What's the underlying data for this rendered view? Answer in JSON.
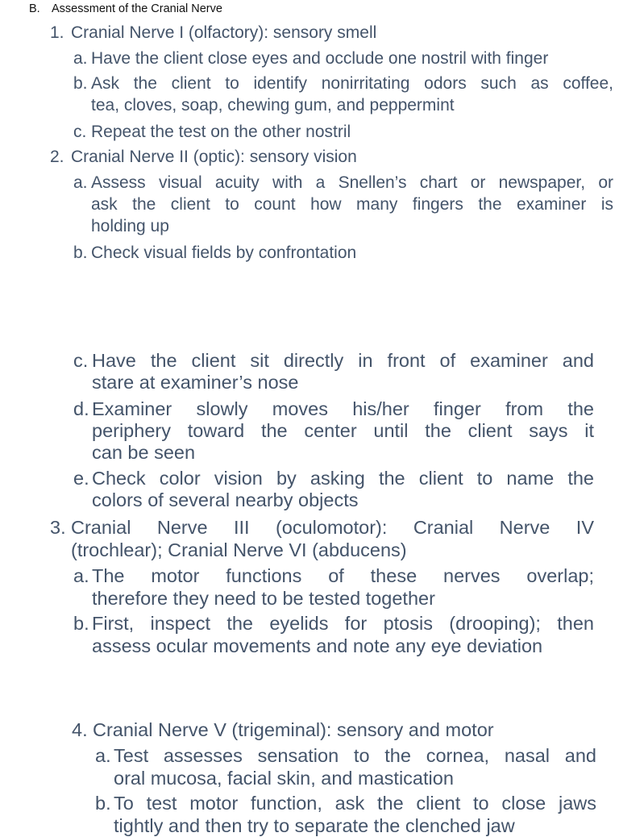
{
  "document": {
    "section_marker": "B.",
    "section_title": "Assessment of the Cranial Nerve",
    "text_color": "#44546a",
    "heading_color": "#111111",
    "items": [
      {
        "marker": "1.",
        "title": "Cranial Nerve I (olfactory): sensory smell",
        "subitems": [
          {
            "marker": "a.",
            "lines": [
              "Have the client close eyes and occlude one nostril with finger"
            ]
          },
          {
            "marker": "b.",
            "lines": [
              "Ask the client to identify nonirritating odors such as coffee,",
              "tea, cloves, soap, chewing gum, and peppermint"
            ]
          },
          {
            "marker": "c.",
            "lines": [
              "Repeat the test on the other nostril"
            ]
          }
        ]
      },
      {
        "marker": "2.",
        "title": "Cranial Nerve II (optic): sensory vision",
        "subitems": [
          {
            "marker": "a.",
            "lines": [
              "Assess visual acuity with a Snellen’s chart or newspaper, or",
              "ask the client to count how many fingers the examiner is",
              "holding up"
            ]
          },
          {
            "marker": "b.",
            "lines": [
              "Check visual fields by confrontation"
            ]
          },
          {
            "marker": "c.",
            "lines": [
              "Have the client sit directly in front of examiner and",
              "stare at examiner’s nose"
            ]
          },
          {
            "marker": "d.",
            "lines": [
              "Examiner slowly moves his/her finger from the",
              "periphery toward the center until the client says it",
              "can be seen"
            ]
          },
          {
            "marker": "e.",
            "lines": [
              "Check color vision by asking the client to name the",
              "colors of several nearby objects"
            ]
          }
        ]
      },
      {
        "marker": "3.",
        "title_lines": [
          "Cranial Nerve III (oculomotor): Cranial Nerve IV",
          "(trochlear); Cranial Nerve VI (abducens)"
        ],
        "subitems": [
          {
            "marker": "a.",
            "lines": [
              "The motor functions of these nerves overlap;",
              "therefore they need to be tested together"
            ]
          },
          {
            "marker": "b.",
            "lines": [
              "First, inspect the eyelids for ptosis (drooping); then",
              "assess ocular movements and note any eye deviation"
            ]
          }
        ]
      },
      {
        "marker": "4.",
        "title": "Cranial Nerve V (trigeminal): sensory and motor",
        "subitems": [
          {
            "marker": "a.",
            "lines": [
              "Test assesses sensation to the cornea, nasal and",
              "oral mucosa, facial skin, and mastication"
            ]
          },
          {
            "marker": "b.",
            "lines": [
              "To test motor function, ask the client to close jaws",
              "tightly and then try to separate the clenched jaw"
            ]
          }
        ]
      }
    ]
  }
}
